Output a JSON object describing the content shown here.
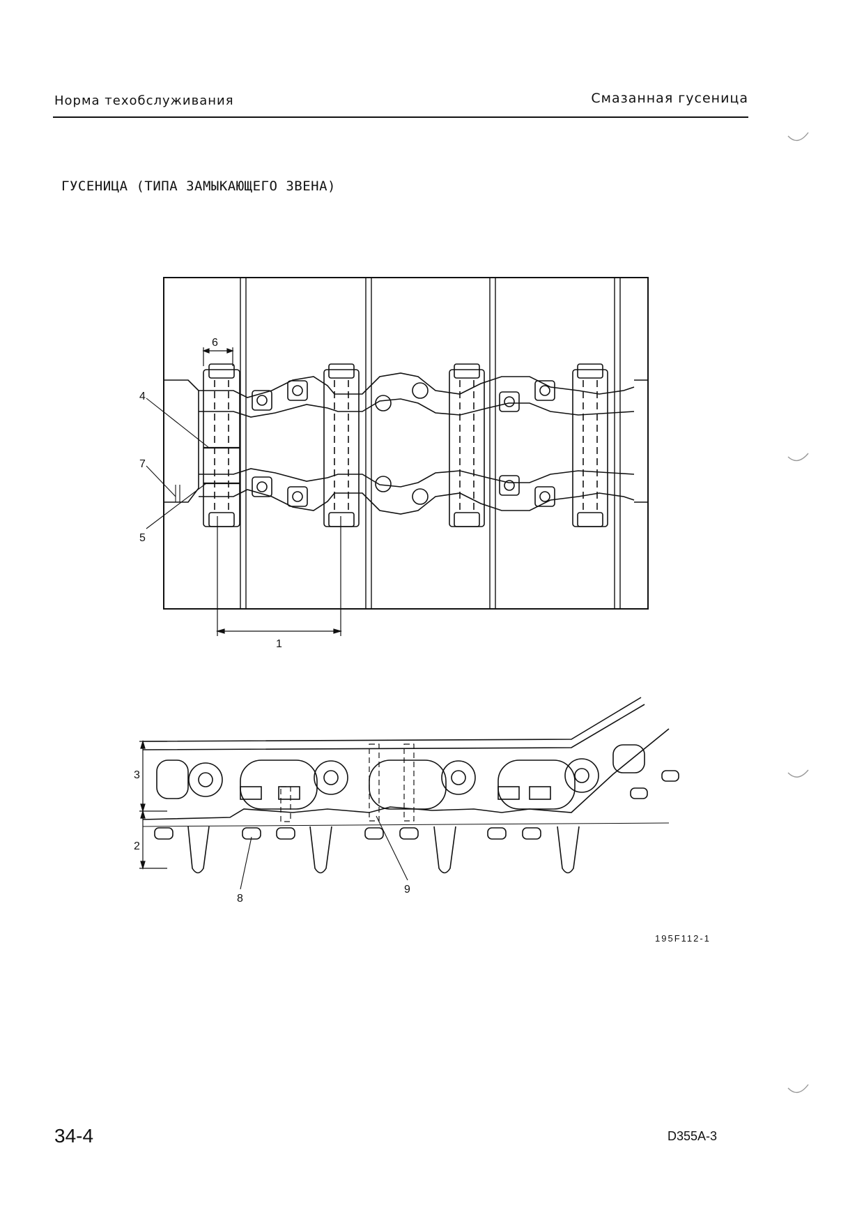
{
  "header": {
    "left": "Норма техобслуживания",
    "right": "Смазанная гусеница"
  },
  "section_title": "ГУСЕНИЦА (ТИПА ЗАМЫКАЮЩЕГО ЗВЕНА)",
  "figure": {
    "code": "195F112-1",
    "labels": [
      "1",
      "2",
      "3",
      "4",
      "5",
      "6",
      "7",
      "8",
      "9"
    ]
  },
  "footer": {
    "page_number": "34-4",
    "model": "D355A-3"
  }
}
